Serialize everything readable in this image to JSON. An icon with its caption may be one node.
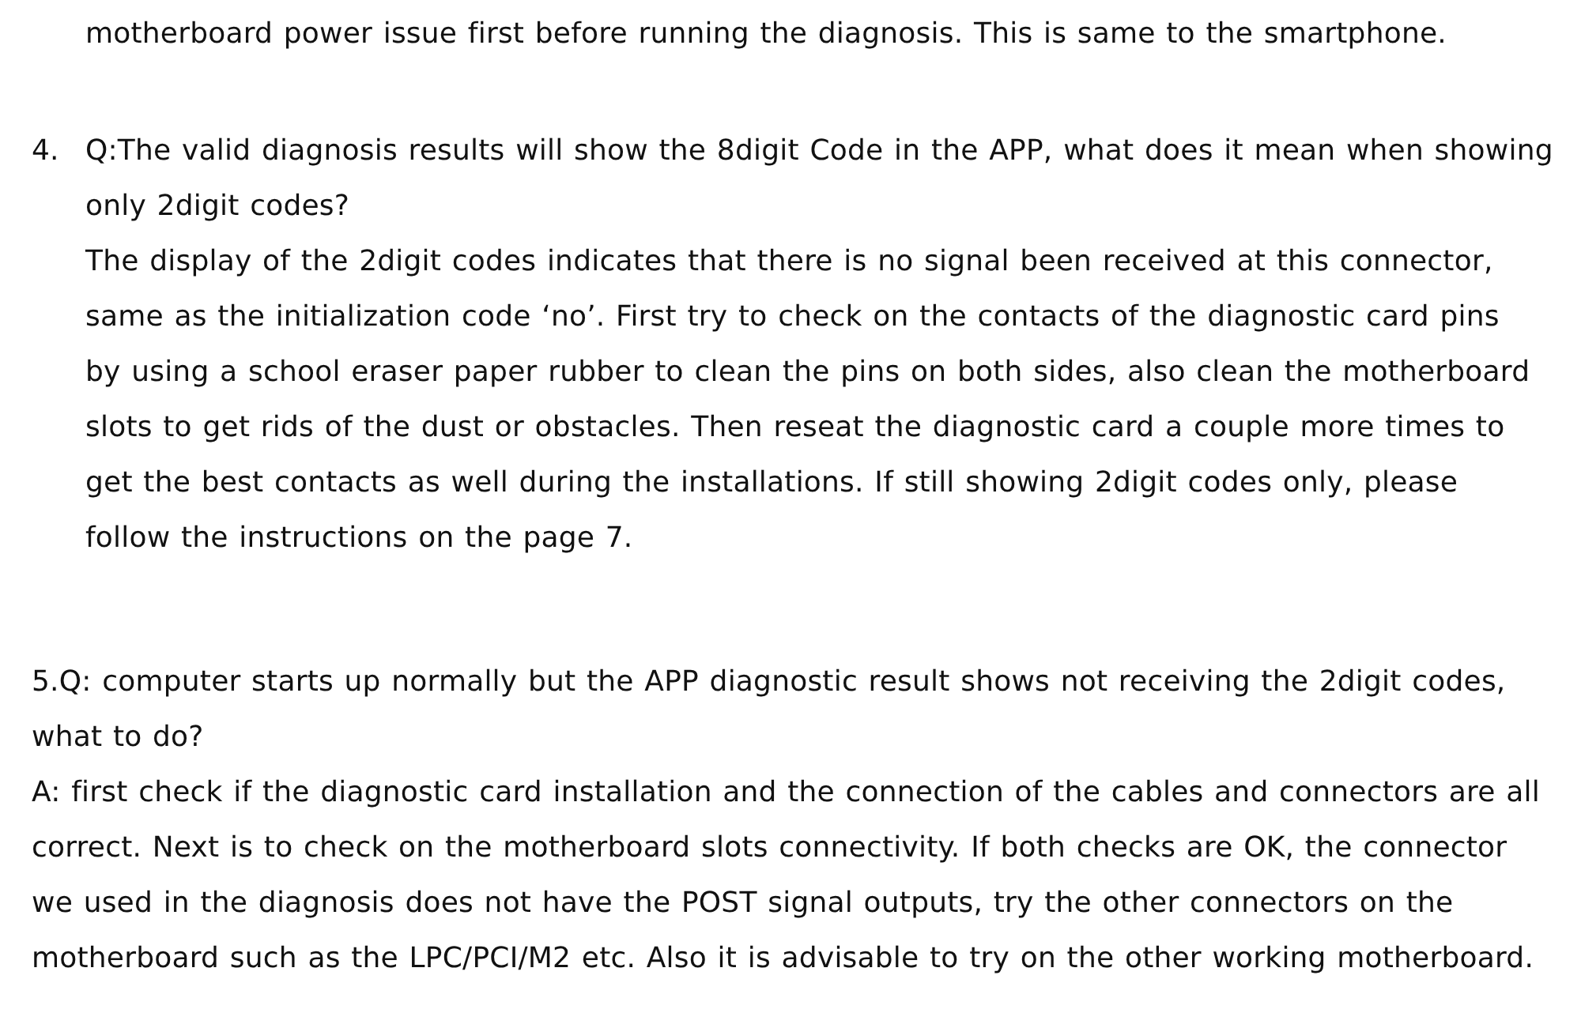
{
  "diagram": {
    "labels": [
      "motherboard power issue first before running the diagnosis. This is same to the smartphone.",
      "4.",
      "Q:The valid diagnosis results will show the 8digit Code in the APP, what does it mean when showing only 2digit codes?",
      "The display of the 2digit codes indicates that there is no signal been received at this connector, same as the initialization code ‘no’. First try to check on the contacts of the diagnostic card pins by using a school eraser paper rubber to clean the pins on both sides, also clean the motherboard slots to get rids of the dust or obstacles. Then reseat the diagnostic card a couple more times to get the best contacts as well during the installations. If still showing 2digit codes only, please follow the instructions on the page 7.",
      "5.Q: computer starts up normally but the APP diagnostic result shows not receiving the 2digit codes, what to do?",
      "A: first check if the diagnostic card installation and the connection of the cables and connectors are all correct. Next is to check on the motherboard slots connectivity. If both checks are OK, the connector we used in the diagnosis does not have the POST signal outputs, try the other connectors on the motherboard such as the LPC/PCI/M2 etc. Also it is advisable to try on the other working motherboard."
    ]
  }
}
